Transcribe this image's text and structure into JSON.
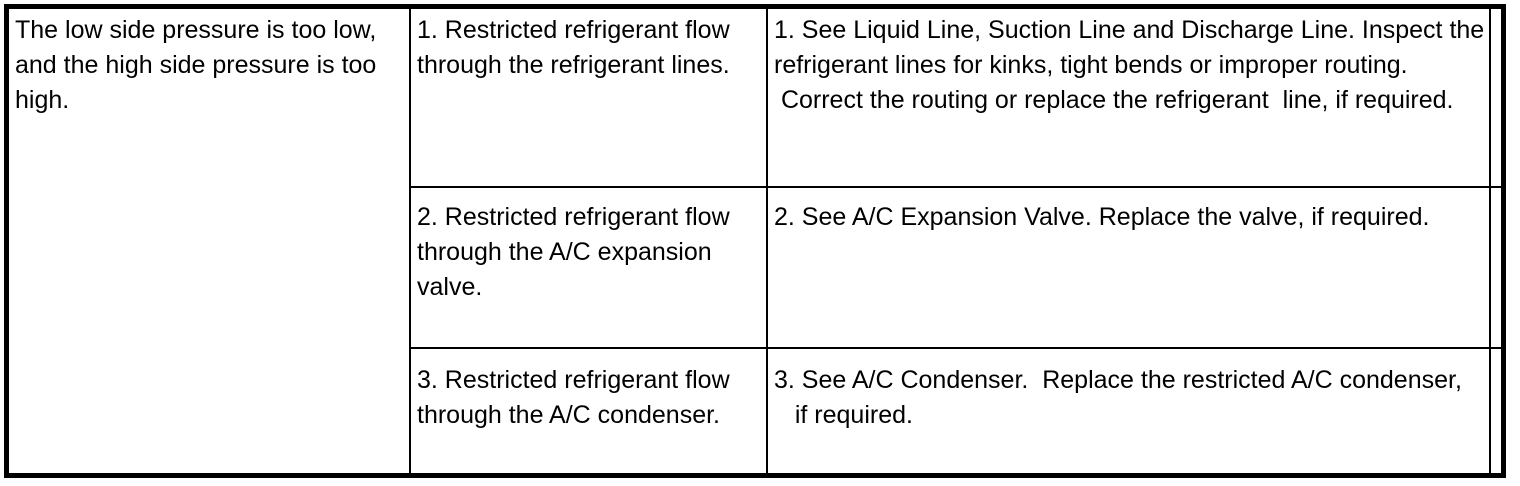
{
  "colors": {
    "background": "#ffffff",
    "text": "#000000",
    "border": "#000000"
  },
  "table": {
    "condition": "The low side pressure is too low,\nand the high side pressure is too\nhigh.",
    "rows": [
      {
        "cause": "1. Restricted refrigerant flow\nthrough the refrigerant lines.",
        "action": "1. See Liquid Line, Suction Line and Discharge Line. Inspect the\nrefrigerant lines for kinks, tight bends or improper routing.\n Correct the routing or replace the refrigerant  line, if required."
      },
      {
        "cause": "2. Restricted refrigerant flow\nthrough the A/C expansion\nvalve.",
        "action": "2. See A/C Expansion Valve. Replace the valve, if required."
      },
      {
        "cause": "3. Restricted refrigerant flow\nthrough the A/C condenser.",
        "action": "3. See A/C Condenser.  Replace the restricted A/C condenser,\n   if required."
      }
    ]
  }
}
